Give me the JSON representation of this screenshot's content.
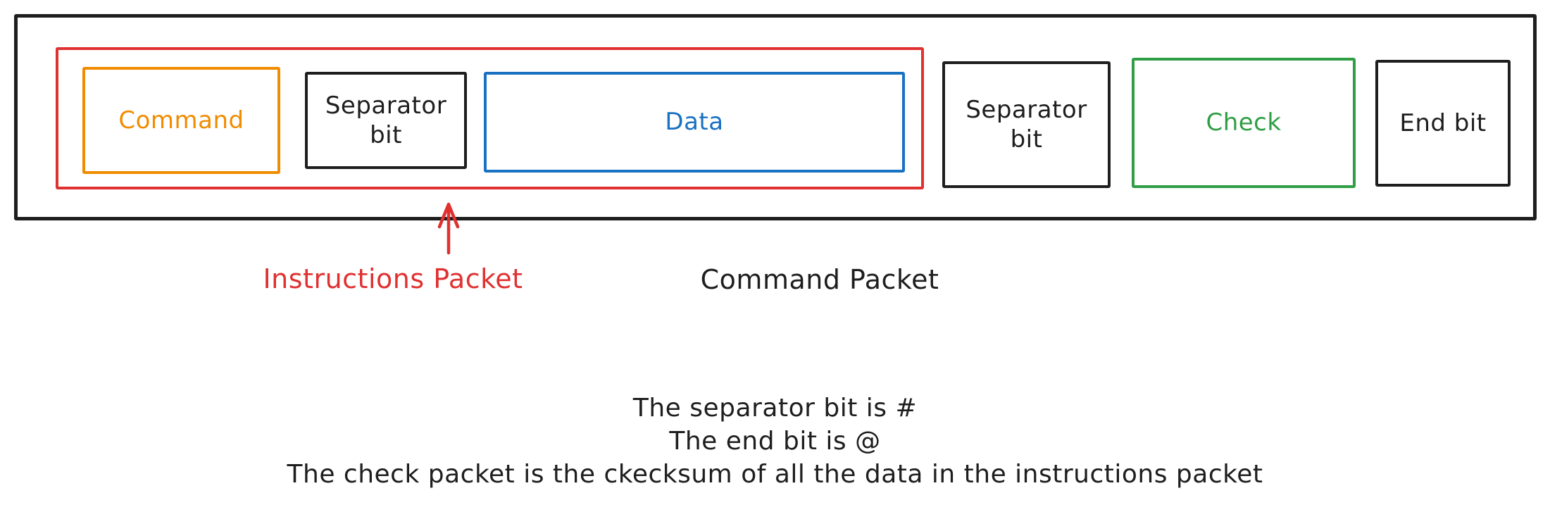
{
  "packet_diagram": {
    "command_packet_label": "Command Packet",
    "instructions_packet_label": "Instructions Packet",
    "fields": {
      "command": "Command",
      "separator_bit_1": "Separator bit",
      "data": "Data",
      "separator_bit_2": "Separator bit",
      "check": "Check",
      "end_bit": "End bit"
    },
    "colors": {
      "outline_black": "#1e1e1e",
      "instructions_red": "#e03131",
      "command_orange": "#f08c00",
      "data_blue": "#1971c2",
      "check_green": "#2f9e44"
    }
  },
  "notes": {
    "line1": "The separator bit is #",
    "line2": "The end bit is @",
    "line3": "The check packet is the ckecksum of all the data in the instructions packet"
  }
}
